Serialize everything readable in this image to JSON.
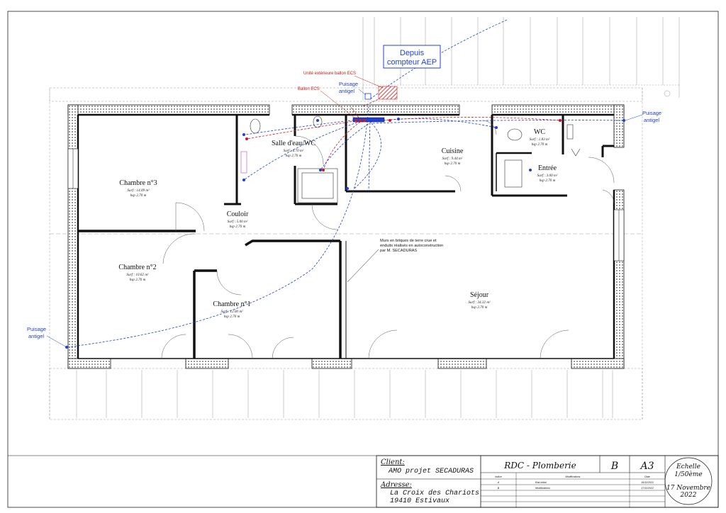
{
  "colors": {
    "wall": "#111111",
    "insulation": "#111111",
    "supply": "#1f3fd6",
    "ecs": "#d01818",
    "paper": "#ffffff"
  },
  "rooms": {
    "chambre3": {
      "name": "Chambre n°3",
      "surf": "Surf : 14.09 m²",
      "hsp": "hsp 2.70 m"
    },
    "sdb": {
      "name": "Salle d'eau/WC",
      "surf": "Surf : 6.70 m²",
      "hsp": "hsp 2.70 m"
    },
    "cuisine": {
      "name": "Cuisine",
      "surf": "Surf : 9.44 m²",
      "hsp": "hsp 2.70 m"
    },
    "wc": {
      "name": "WC",
      "surf": "Surf : 1.83 m²",
      "hsp": "hsp 2.70 m"
    },
    "entree": {
      "name": "Entrée",
      "surf": "Surf : 3.00 m²",
      "hsp": "hsp 2.70 m"
    },
    "couloir": {
      "name": "Couloir",
      "surf": "Surf : 5.00 m²",
      "hsp": "hsp 2.70 m"
    },
    "chambre2": {
      "name": "Chambre n°2",
      "surf": "Surf : 10.62 m²",
      "hsp": "hsp 2.70 m"
    },
    "chambre1": {
      "name": "Chambre n°1",
      "surf": "Surf : 12.00 m²",
      "hsp": "hsp 2.70 m"
    },
    "sejour": {
      "name": "Séjour",
      "surf": "Surf : 34.32 m²",
      "hsp": "hsp 2.70 m"
    }
  },
  "annotations": {
    "compteur_line1": "Depuis",
    "compteur_line2": "compteur AEP",
    "unite_ext": "Unité extérieure ballon ECS",
    "ballon": "Ballon ECS",
    "puisage_word": "Puisage",
    "antigel_word": "antigel",
    "murs_line1": "Murs en briques de terre crue et",
    "murs_line2": "enduits réalisés en autoconstruction",
    "murs_line3": "par M. SECADURAS"
  },
  "title_block": {
    "client_label": "Client:",
    "client_value": "AMO projet SECADURAS",
    "adresse_label": "Adresse:",
    "adresse_line1": "La Croix des Chariots",
    "adresse_line2": "19410 Estivaux",
    "drawing_title": "RDC  -  Plomberie",
    "revision": "B",
    "format": "A3",
    "echelle_label": "Echelle",
    "echelle_value": "1/50ème",
    "date_line1": "17 Novembre",
    "date_line2": "2022",
    "col_indice": "Indice",
    "col_modifications": "Modifications",
    "col_date": "Date",
    "rows": [
      {
        "indice": "A",
        "modification": "Etat initial",
        "date": "16/11/2022"
      },
      {
        "indice": "B",
        "modification": "Modifications",
        "date": "17/11/2022"
      }
    ]
  }
}
